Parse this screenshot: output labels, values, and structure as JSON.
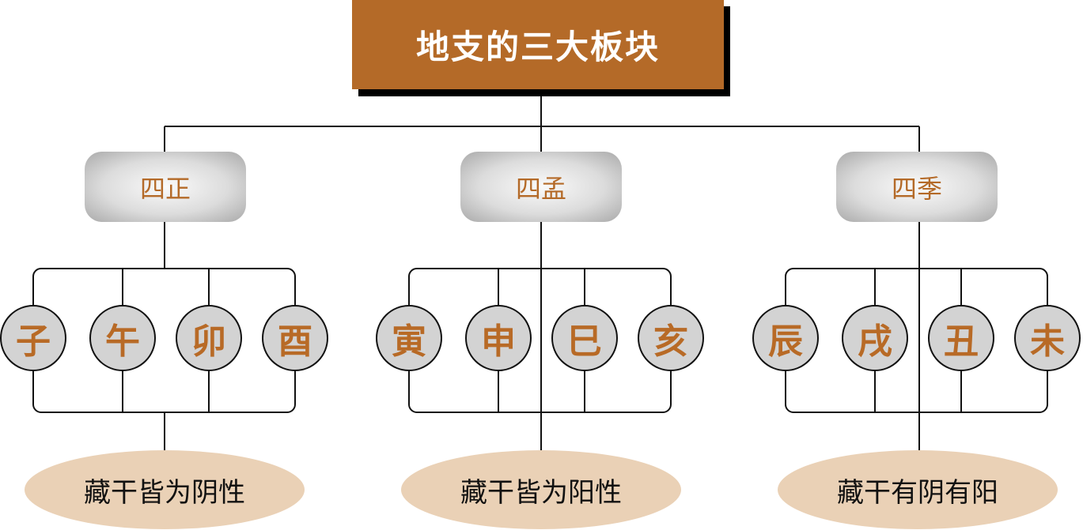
{
  "title": "地支的三大板块",
  "colors": {
    "title_bg": "#b46a28",
    "accent_text": "#b46a28",
    "note_bg": "#ead1b6"
  },
  "groups": [
    {
      "category": "四正",
      "branches": [
        "子",
        "午",
        "卯",
        "酉"
      ],
      "note": "藏干皆为阴性"
    },
    {
      "category": "四孟",
      "branches": [
        "寅",
        "申",
        "巳",
        "亥"
      ],
      "note": "藏干皆为阳性"
    },
    {
      "category": "四季",
      "branches": [
        "辰",
        "戌",
        "丑",
        "未"
      ],
      "note": "藏干有阴有阳"
    }
  ]
}
